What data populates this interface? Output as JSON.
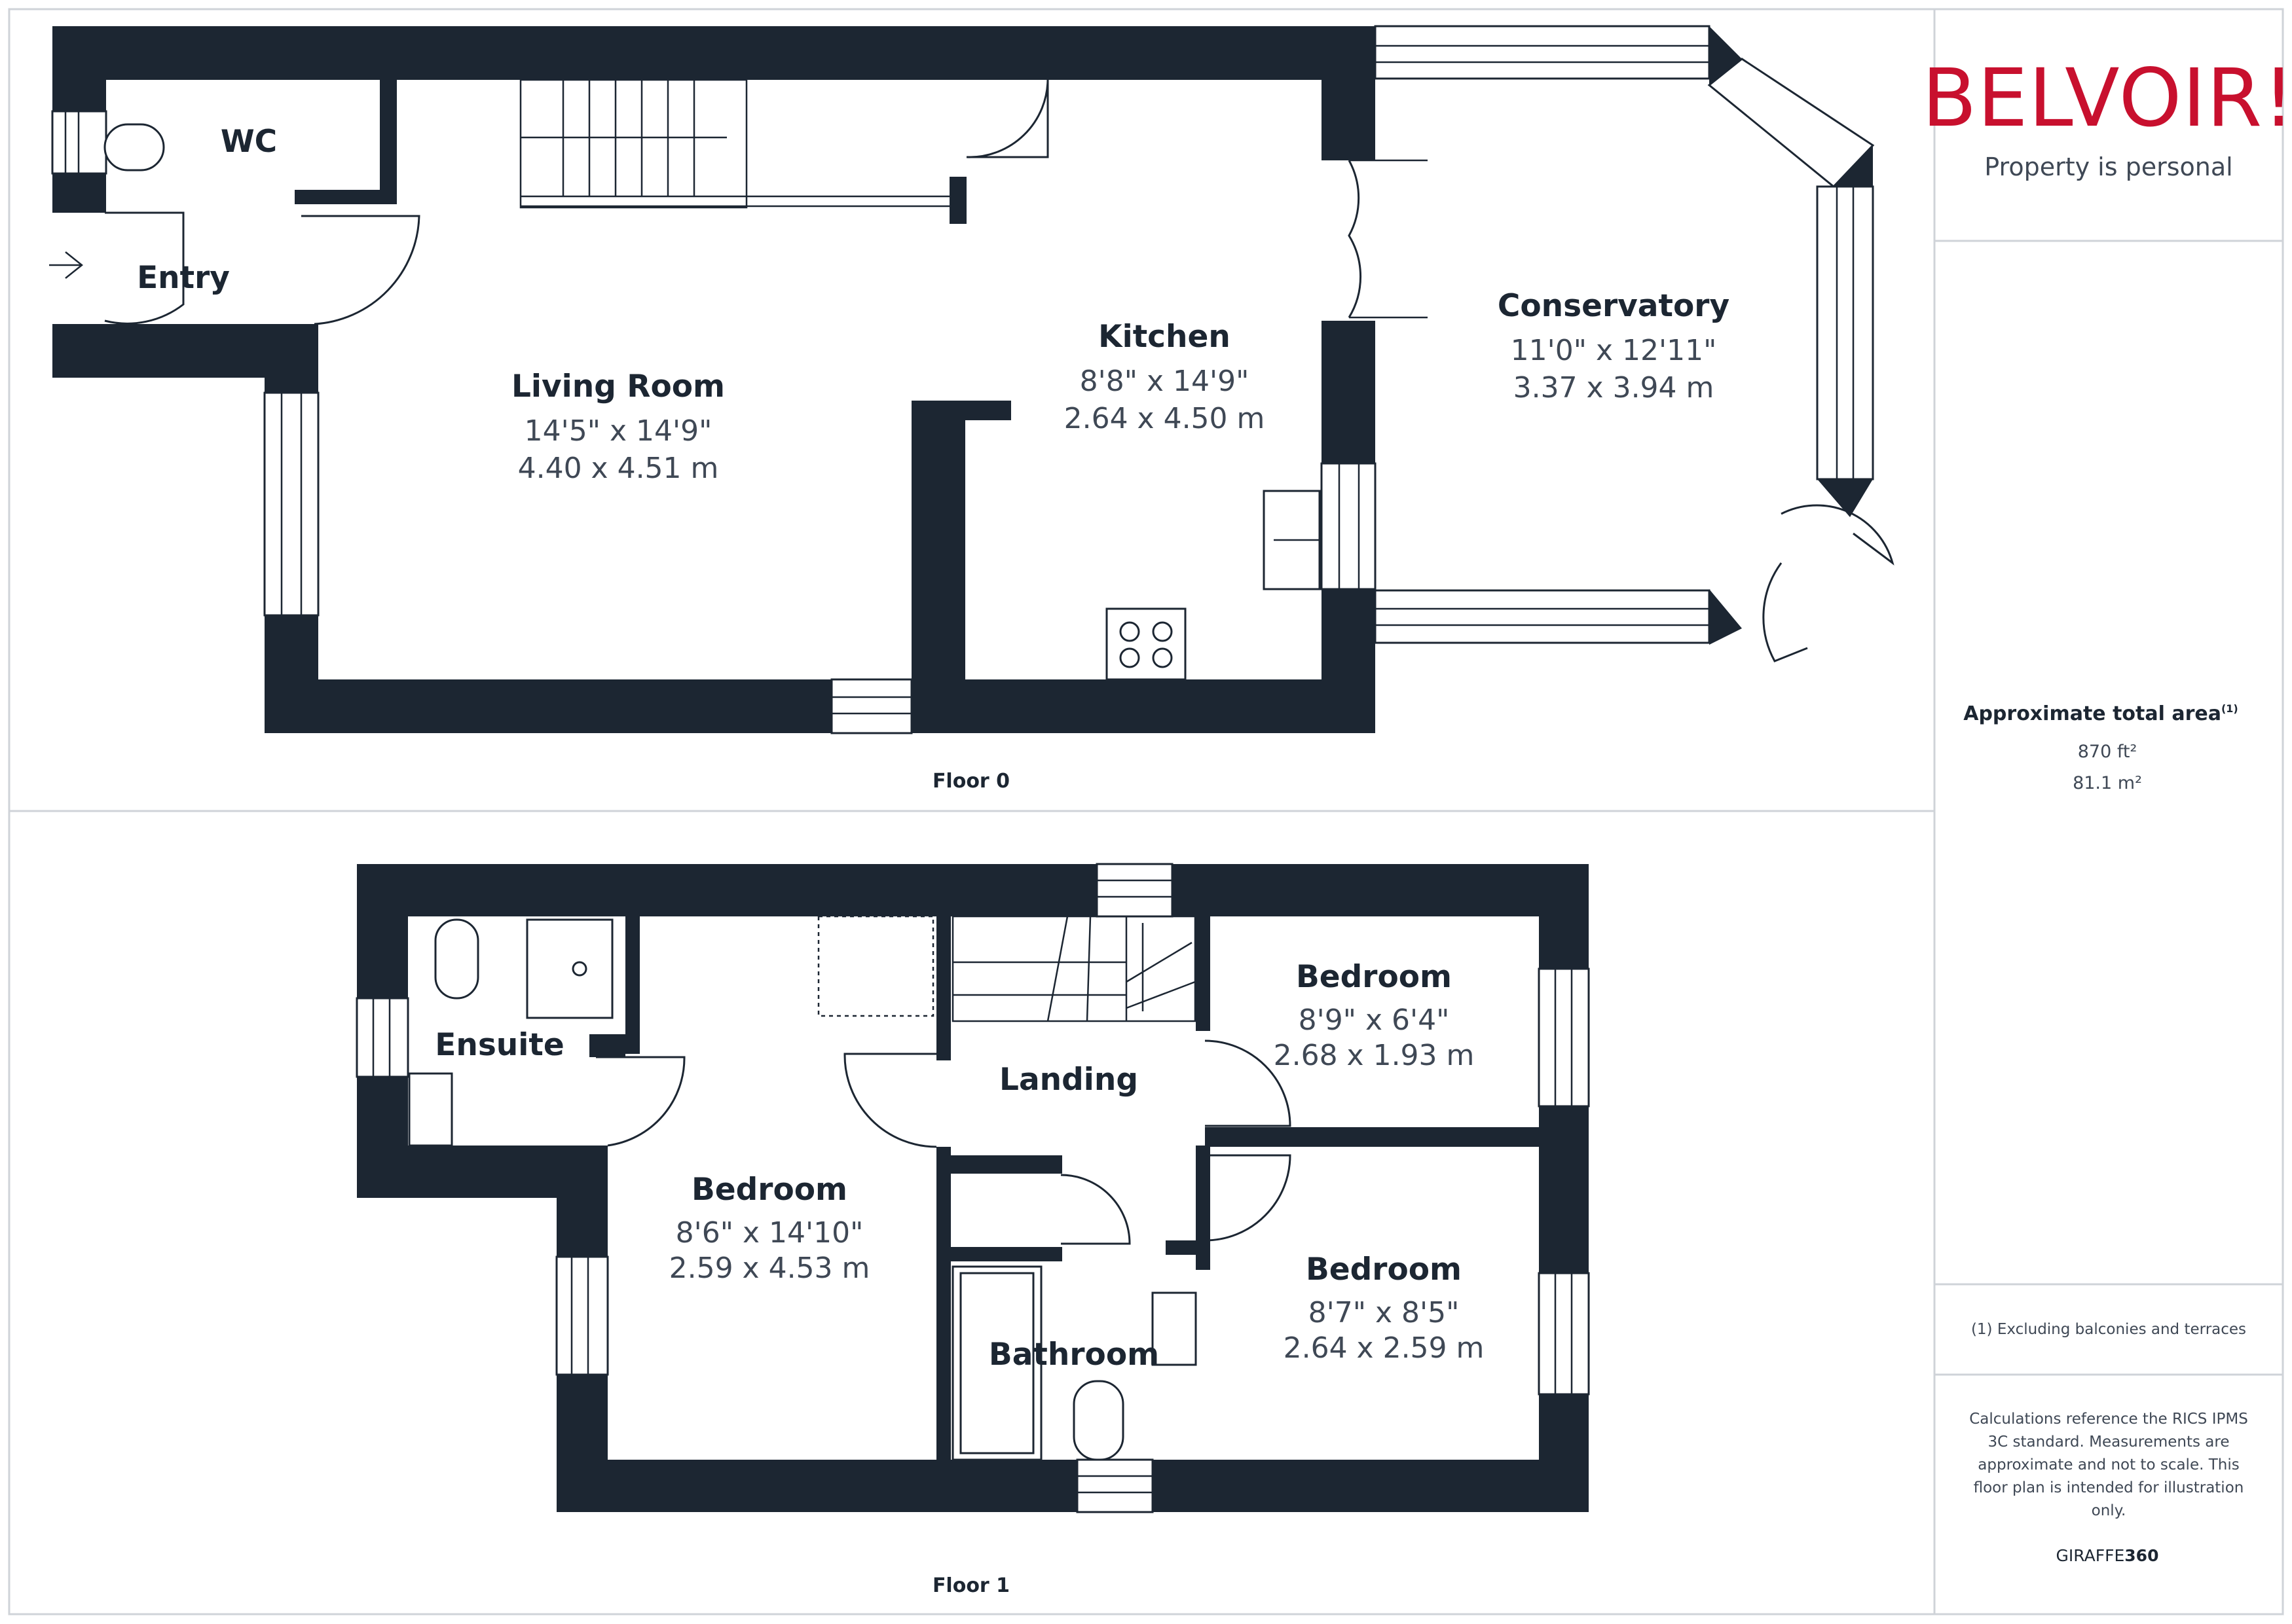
{
  "brand": {
    "logo_text": "BELVOIR!",
    "tagline": "Property is personal",
    "logo_color": "#c8102e",
    "footer_brand_a": "GIRAFFE",
    "footer_brand_b": "360"
  },
  "area": {
    "title": "Approximate total area",
    "title_sup": "(1)",
    "sqft": "870 ft²",
    "sqm": "81.1 m²",
    "footnote": "(1) Excluding balconies and terraces",
    "disclaimer_lines": [
      "Calculations reference the RICS IPMS",
      "3C standard. Measurements are",
      "approximate and not to scale. This",
      "floor plan is intended for illustration",
      "only."
    ]
  },
  "floors": [
    {
      "label": "Floor 0",
      "rooms": [
        {
          "name": "WC"
        },
        {
          "name": "Entry"
        },
        {
          "name": "Living Room",
          "imperial": "14'5\" x 14'9\"",
          "metric": "4.40 x 4.51 m"
        },
        {
          "name": "Kitchen",
          "imperial": "8'8\" x 14'9\"",
          "metric": "2.64 x 4.50 m"
        },
        {
          "name": "Conservatory",
          "imperial": "11'0\" x 12'11\"",
          "metric": "3.37 x 3.94 m"
        }
      ]
    },
    {
      "label": "Floor 1",
      "rooms": [
        {
          "name": "Ensuite"
        },
        {
          "name": "Landing"
        },
        {
          "name": "Bedroom",
          "imperial": "8'9\" x 6'4\"",
          "metric": "2.68 x 1.93 m"
        },
        {
          "name": "Bedroom",
          "imperial": "8'6\" x 14'10\"",
          "metric": "2.59 x 4.53 m"
        },
        {
          "name": "Bathroom"
        },
        {
          "name": "Bedroom",
          "imperial": "8'7\" x 8'5\"",
          "metric": "2.64 x 2.59 m"
        }
      ]
    }
  ],
  "colors": {
    "wall": "#1c2632",
    "frame": "#cfd3d8",
    "text": "#1c2632",
    "text_soft": "#3f4855"
  }
}
